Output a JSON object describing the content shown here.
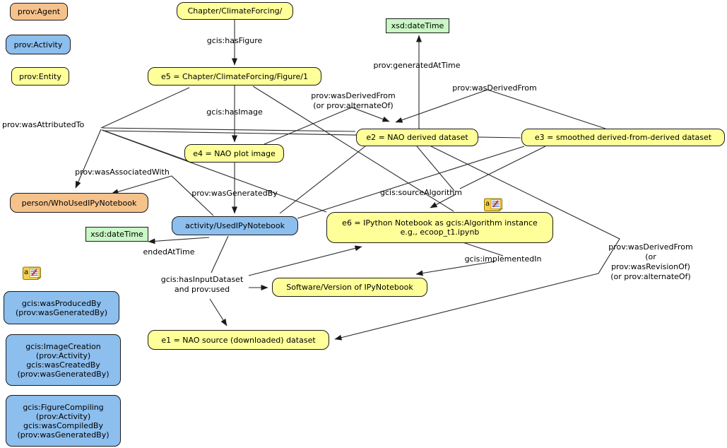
{
  "diagram": {
    "title": "GCIS provenance diagram",
    "colors": {
      "entity_fill": "#ffff99",
      "activity_fill": "#8cbeee",
      "agent_fill": "#f5c28c",
      "datetime_fill": "#c9f7c5",
      "border": "#1a1a1a",
      "line": "#2a2a2a",
      "note_fill": "#f7cf4f"
    },
    "legend": {
      "agent": "prov:Agent",
      "activity": "prov:Activity",
      "entity": "prov:Entity",
      "produced": "gcis:wasProducedBy\n(prov:wasGeneratedBy)",
      "image_creation": "gcis:ImageCreation\n(prov:Activity)\ngcis:wasCreatedBy\n(prov:wasGeneratedBy)",
      "figure_compiling": "gcis:FigureCompiling\n(prov:Activity)\ngcis:wasCompiledBy\n(prov:wasGeneratedBy)"
    },
    "nodes": {
      "chapter": "Chapter/ClimateForcing/",
      "datetime_top": "xsd:dateTime",
      "e5": "e5 = Chapter/ClimateForcing/Figure/1",
      "e2": "e2 = NAO derived dataset",
      "e3": "e3 = smoothed derived-from-derived dataset",
      "e4": "e4 = NAO plot image",
      "person": "person/WhoUsedIPyNotebook",
      "activity": "activity/UsedIPyNotebook",
      "datetime_left": "xsd:dateTime",
      "e6": "e6 = IPython Notebook as gcis:Algorithm instance\ne.g., ecoop_t1.ipynb",
      "software": "Software/Version of IPyNotebook",
      "e1": "e1 = NAO source (downloaded) dataset"
    },
    "edge_labels": {
      "has_figure": "gcis:hasFigure",
      "generated_at_time": "prov:generatedAtTime",
      "was_derived_from": "prov:wasDerivedFrom",
      "was_derived_from_alternate": "prov:wasDerivedFrom\n(or prov:alternateOf)",
      "has_image": "gcis:hasImage",
      "was_attributed_to": "prov:wasAttributedTo",
      "was_associated_with": "prov:wasAssociatedWith",
      "was_generated_by": "prov:wasGeneratedBy",
      "source_algorithm": "gcis:sourceAlgorithm",
      "ended_at_time": "endedAtTime",
      "has_input_dataset": "gcis:hasInputDataset\nand prov:used",
      "implemented_in": "gcis:implementedIn",
      "was_derived_from_revision": "prov:wasDerivedFrom\n(or prov:wasRevisionOf)\n(or prov:alternateOf)"
    },
    "icons": {
      "annotation_letter": "a"
    }
  }
}
